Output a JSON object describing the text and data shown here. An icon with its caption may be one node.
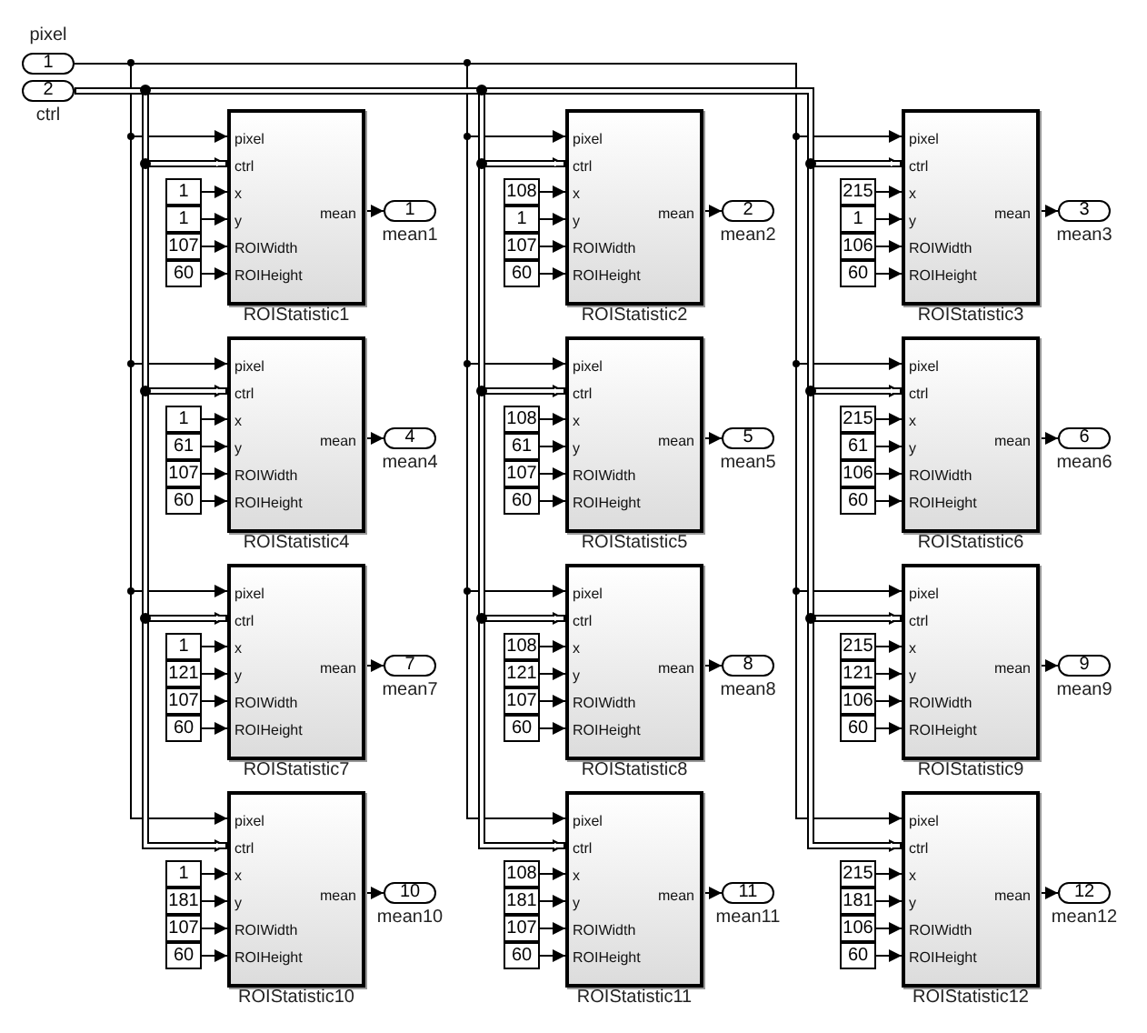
{
  "diagram": {
    "nodes": [
      {
        "text": [
          "1"
        ],
        "beside": [
          "pixel"
        ]
      },
      {
        "text": [
          "2"
        ],
        "beside": [
          "ctrl"
        ]
      },
      {
        "text": [
          "pixel",
          "ctrl",
          "x",
          "y",
          "ROIWidth",
          "ROIHeight",
          "mean",
          "ROIStatistic1"
        ]
      },
      {
        "text": [
          "1"
        ]
      },
      {
        "text": [
          "1"
        ]
      },
      {
        "text": [
          "107"
        ]
      },
      {
        "text": [
          "60"
        ]
      },
      {
        "text": [
          "1"
        ],
        "beside": [
          "mean1"
        ]
      },
      {
        "text": [
          "pixel",
          "ctrl",
          "x",
          "y",
          "ROIWidth",
          "ROIHeight",
          "mean",
          "ROIStatistic2"
        ]
      },
      {
        "text": [
          "108"
        ]
      },
      {
        "text": [
          "1"
        ]
      },
      {
        "text": [
          "107"
        ]
      },
      {
        "text": [
          "60"
        ]
      },
      {
        "text": [
          "2"
        ],
        "beside": [
          "mean2"
        ]
      },
      {
        "text": [
          "pixel",
          "ctrl",
          "x",
          "y",
          "ROIWidth",
          "ROIHeight",
          "mean",
          "ROIStatistic3"
        ]
      },
      {
        "text": [
          "215"
        ]
      },
      {
        "text": [
          "1"
        ]
      },
      {
        "text": [
          "106"
        ]
      },
      {
        "text": [
          "60"
        ]
      },
      {
        "text": [
          "3"
        ],
        "beside": [
          "mean3"
        ]
      },
      {
        "text": [
          "pixel",
          "ctrl",
          "x",
          "y",
          "ROIWidth",
          "ROIHeight",
          "mean",
          "ROIStatistic4"
        ]
      },
      {
        "text": [
          "1"
        ]
      },
      {
        "text": [
          "61"
        ]
      },
      {
        "text": [
          "107"
        ]
      },
      {
        "text": [
          "60"
        ]
      },
      {
        "text": [
          "4"
        ],
        "beside": [
          "mean4"
        ]
      },
      {
        "text": [
          "pixel",
          "ctrl",
          "x",
          "y",
          "ROIWidth",
          "ROIHeight",
          "mean",
          "ROIStatistic5"
        ]
      },
      {
        "text": [
          "108"
        ]
      },
      {
        "text": [
          "61"
        ]
      },
      {
        "text": [
          "107"
        ]
      },
      {
        "text": [
          "60"
        ]
      },
      {
        "text": [
          "5"
        ],
        "beside": [
          "mean5"
        ]
      },
      {
        "text": [
          "pixel",
          "ctrl",
          "x",
          "y",
          "ROIWidth",
          "ROIHeight",
          "mean",
          "ROIStatistic6"
        ]
      },
      {
        "text": [
          "215"
        ]
      },
      {
        "text": [
          "61"
        ]
      },
      {
        "text": [
          "106"
        ]
      },
      {
        "text": [
          "60"
        ]
      },
      {
        "text": [
          "6"
        ],
        "beside": [
          "mean6"
        ]
      },
      {
        "text": [
          "pixel",
          "ctrl",
          "x",
          "y",
          "ROIWidth",
          "ROIHeight",
          "mean",
          "ROIStatistic7"
        ]
      },
      {
        "text": [
          "1"
        ]
      },
      {
        "text": [
          "121"
        ]
      },
      {
        "text": [
          "107"
        ]
      },
      {
        "text": [
          "60"
        ]
      },
      {
        "text": [
          "7"
        ],
        "beside": [
          "mean7"
        ]
      },
      {
        "text": [
          "pixel",
          "ctrl",
          "x",
          "y",
          "ROIWidth",
          "ROIHeight",
          "mean",
          "ROIStatistic8"
        ]
      },
      {
        "text": [
          "108"
        ]
      },
      {
        "text": [
          "121"
        ]
      },
      {
        "text": [
          "107"
        ]
      },
      {
        "text": [
          "60"
        ]
      },
      {
        "text": [
          "8"
        ],
        "beside": [
          "mean8"
        ]
      },
      {
        "text": [
          "pixel",
          "ctrl",
          "x",
          "y",
          "ROIWidth",
          "ROIHeight",
          "mean",
          "ROIStatistic9"
        ]
      },
      {
        "text": [
          "215"
        ]
      },
      {
        "text": [
          "121"
        ]
      },
      {
        "text": [
          "106"
        ]
      },
      {
        "text": [
          "60"
        ]
      },
      {
        "text": [
          "9"
        ],
        "beside": [
          "mean9"
        ]
      },
      {
        "text": [
          "pixel",
          "ctrl",
          "x",
          "y",
          "ROIWidth",
          "ROIHeight",
          "mean",
          "ROIStatistic10"
        ]
      },
      {
        "text": [
          "1"
        ]
      },
      {
        "text": [
          "181"
        ]
      },
      {
        "text": [
          "107"
        ]
      },
      {
        "text": [
          "60"
        ]
      },
      {
        "text": [
          "10"
        ],
        "beside": [
          "mean10"
        ]
      },
      {
        "text": [
          "pixel",
          "ctrl",
          "x",
          "y",
          "ROIWidth",
          "ROIHeight",
          "mean",
          "ROIStatistic11"
        ]
      },
      {
        "text": [
          "108"
        ]
      },
      {
        "text": [
          "181"
        ]
      },
      {
        "text": [
          "107"
        ]
      },
      {
        "text": [
          "60"
        ]
      },
      {
        "text": [
          "11"
        ],
        "beside": [
          "mean11"
        ]
      },
      {
        "text": [
          "pixel",
          "ctrl",
          "x",
          "y",
          "ROIWidth",
          "ROIHeight",
          "mean",
          "ROIStatistic12"
        ]
      },
      {
        "text": [
          "215"
        ]
      },
      {
        "text": [
          "181"
        ]
      },
      {
        "text": [
          "106"
        ]
      },
      {
        "text": [
          "60"
        ]
      },
      {
        "text": [
          "12"
        ],
        "beside": [
          "mean12"
        ]
      }
    ],
    "edges": [
      {
        "from": 0,
        "to": 2,
        "arrow": "to"
      },
      {
        "from": 1,
        "to": 2,
        "arrow": "to",
        "style": "thick"
      },
      {
        "from": 3,
        "to": 2,
        "arrow": "to"
      },
      {
        "from": 4,
        "to": 2,
        "arrow": "to"
      },
      {
        "from": 5,
        "to": 2,
        "arrow": "to"
      },
      {
        "from": 6,
        "to": 2,
        "arrow": "to"
      },
      {
        "from": 2,
        "to": 7,
        "arrow": "to"
      },
      {
        "from": 0,
        "to": 8,
        "arrow": "to"
      },
      {
        "from": 1,
        "to": 8,
        "arrow": "to",
        "style": "thick"
      },
      {
        "from": 9,
        "to": 8,
        "arrow": "to"
      },
      {
        "from": 10,
        "to": 8,
        "arrow": "to"
      },
      {
        "from": 11,
        "to": 8,
        "arrow": "to"
      },
      {
        "from": 12,
        "to": 8,
        "arrow": "to"
      },
      {
        "from": 8,
        "to": 13,
        "arrow": "to"
      },
      {
        "from": 0,
        "to": 14,
        "arrow": "to"
      },
      {
        "from": 1,
        "to": 14,
        "arrow": "to",
        "style": "thick"
      },
      {
        "from": 15,
        "to": 14,
        "arrow": "to"
      },
      {
        "from": 16,
        "to": 14,
        "arrow": "to"
      },
      {
        "from": 17,
        "to": 14,
        "arrow": "to"
      },
      {
        "from": 18,
        "to": 14,
        "arrow": "to"
      },
      {
        "from": 14,
        "to": 19,
        "arrow": "to"
      },
      {
        "from": 0,
        "to": 20,
        "arrow": "to"
      },
      {
        "from": 1,
        "to": 20,
        "arrow": "to",
        "style": "thick"
      },
      {
        "from": 21,
        "to": 20,
        "arrow": "to"
      },
      {
        "from": 22,
        "to": 20,
        "arrow": "to"
      },
      {
        "from": 23,
        "to": 20,
        "arrow": "to"
      },
      {
        "from": 24,
        "to": 20,
        "arrow": "to"
      },
      {
        "from": 20,
        "to": 25,
        "arrow": "to"
      },
      {
        "from": 0,
        "to": 26,
        "arrow": "to"
      },
      {
        "from": 1,
        "to": 26,
        "arrow": "to",
        "style": "thick"
      },
      {
        "from": 27,
        "to": 26,
        "arrow": "to"
      },
      {
        "from": 28,
        "to": 26,
        "arrow": "to"
      },
      {
        "from": 29,
        "to": 26,
        "arrow": "to"
      },
      {
        "from": 30,
        "to": 26,
        "arrow": "to"
      },
      {
        "from": 26,
        "to": 31,
        "arrow": "to"
      },
      {
        "from": 0,
        "to": 32,
        "arrow": "to"
      },
      {
        "from": 1,
        "to": 32,
        "arrow": "to",
        "style": "thick"
      },
      {
        "from": 33,
        "to": 32,
        "arrow": "to"
      },
      {
        "from": 34,
        "to": 32,
        "arrow": "to"
      },
      {
        "from": 35,
        "to": 32,
        "arrow": "to"
      },
      {
        "from": 36,
        "to": 32,
        "arrow": "to"
      },
      {
        "from": 32,
        "to": 37,
        "arrow": "to"
      },
      {
        "from": 0,
        "to": 38,
        "arrow": "to"
      },
      {
        "from": 1,
        "to": 38,
        "arrow": "to",
        "style": "thick"
      },
      {
        "from": 39,
        "to": 38,
        "arrow": "to"
      },
      {
        "from": 40,
        "to": 38,
        "arrow": "to"
      },
      {
        "from": 41,
        "to": 38,
        "arrow": "to"
      },
      {
        "from": 42,
        "to": 38,
        "arrow": "to"
      },
      {
        "from": 38,
        "to": 43,
        "arrow": "to"
      },
      {
        "from": 0,
        "to": 44,
        "arrow": "to"
      },
      {
        "from": 1,
        "to": 44,
        "arrow": "to",
        "style": "thick"
      },
      {
        "from": 45,
        "to": 44,
        "arrow": "to"
      },
      {
        "from": 46,
        "to": 44,
        "arrow": "to"
      },
      {
        "from": 47,
        "to": 44,
        "arrow": "to"
      },
      {
        "from": 48,
        "to": 44,
        "arrow": "to"
      },
      {
        "from": 44,
        "to": 49,
        "arrow": "to"
      },
      {
        "from": 0,
        "to": 50,
        "arrow": "to"
      },
      {
        "from": 1,
        "to": 50,
        "arrow": "to",
        "style": "thick"
      },
      {
        "from": 51,
        "to": 50,
        "arrow": "to"
      },
      {
        "from": 52,
        "to": 50,
        "arrow": "to"
      },
      {
        "from": 53,
        "to": 50,
        "arrow": "to"
      },
      {
        "from": 54,
        "to": 50,
        "arrow": "to"
      },
      {
        "from": 50,
        "to": 55,
        "arrow": "to"
      },
      {
        "from": 0,
        "to": 56,
        "arrow": "to"
      },
      {
        "from": 1,
        "to": 56,
        "arrow": "to",
        "style": "thick"
      },
      {
        "from": 57,
        "to": 56,
        "arrow": "to"
      },
      {
        "from": 58,
        "to": 56,
        "arrow": "to"
      },
      {
        "from": 59,
        "to": 56,
        "arrow": "to"
      },
      {
        "from": 60,
        "to": 56,
        "arrow": "to"
      },
      {
        "from": 56,
        "to": 61,
        "arrow": "to"
      },
      {
        "from": 0,
        "to": 62,
        "arrow": "to"
      },
      {
        "from": 1,
        "to": 62,
        "arrow": "to",
        "style": "thick"
      },
      {
        "from": 63,
        "to": 62,
        "arrow": "to"
      },
      {
        "from": 64,
        "to": 62,
        "arrow": "to"
      },
      {
        "from": 65,
        "to": 62,
        "arrow": "to"
      },
      {
        "from": 66,
        "to": 62,
        "arrow": "to"
      },
      {
        "from": 62,
        "to": 67,
        "arrow": "to"
      },
      {
        "from": 0,
        "to": 68,
        "arrow": "to"
      },
      {
        "from": 1,
        "to": 68,
        "arrow": "to",
        "style": "thick"
      },
      {
        "from": 69,
        "to": 68,
        "arrow": "to"
      },
      {
        "from": 70,
        "to": 68,
        "arrow": "to"
      },
      {
        "from": 71,
        "to": 68,
        "arrow": "to"
      },
      {
        "from": 72,
        "to": 68,
        "arrow": "to"
      },
      {
        "from": 68,
        "to": 73,
        "arrow": "to"
      }
    ]
  }
}
